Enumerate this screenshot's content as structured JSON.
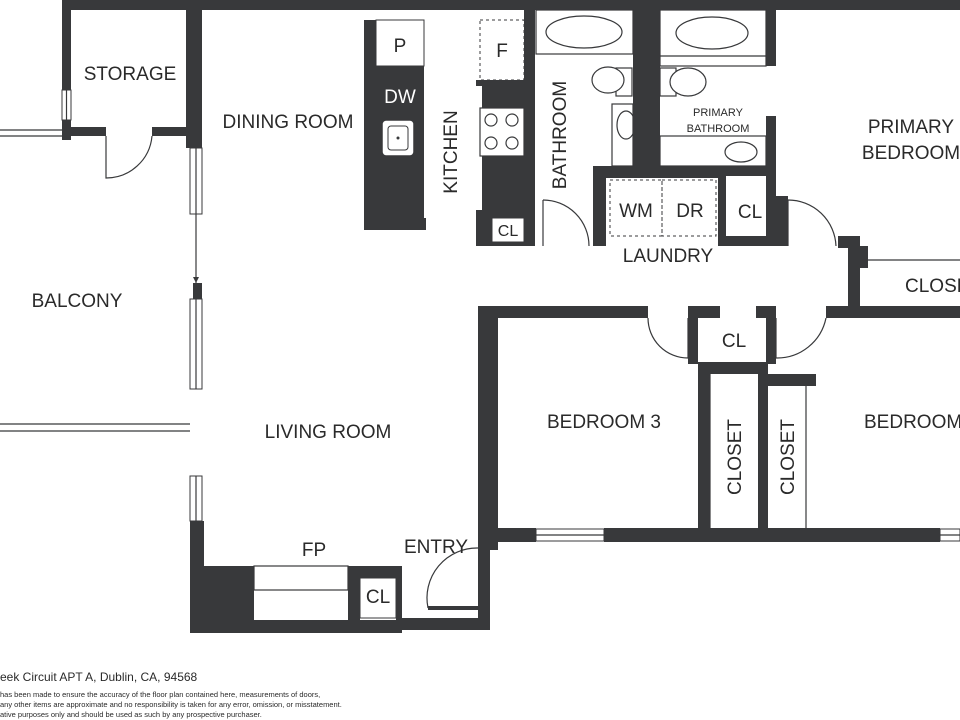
{
  "rooms": {
    "storage": "STORAGE",
    "dining_room": "DINING ROOM",
    "kitchen": "KITCHEN",
    "bathroom": "BATHROOM",
    "primary_bathroom_line1": "PRIMARY",
    "primary_bathroom_line2": "BATHROOM",
    "primary_bedroom_line1": "PRIMARY",
    "primary_bedroom_line2": "BEDROOM",
    "balcony": "BALCONY",
    "living_room": "LIVING ROOM",
    "bedroom_3": "BEDROOM 3",
    "bedroom_2": "BEDROOM",
    "laundry": "LAUNDRY",
    "entry": "ENTRY",
    "closet_primary": "CLOSET",
    "closet_bed3": "CLOSET",
    "closet_bed2": "CLOSET"
  },
  "fixtures": {
    "pantry": "P",
    "fridge": "F",
    "dishwasher": "DW",
    "washer": "WM",
    "dryer": "DR",
    "fireplace": "FP",
    "closet_kitchen": "CL",
    "closet_laundry": "CL",
    "closet_hall": "CL",
    "closet_entry": "CL"
  },
  "footer": {
    "address": "eek Circuit APT A, Dublin, CA, 94568",
    "disclaimer_1": "has been made to ensure the accuracy of the floor plan contained here, measurements of doors,",
    "disclaimer_2": "any other items are approximate and no responsibility is taken for any error, omission, or misstatement.",
    "disclaimer_3": "ative purposes only and should be used as such by any prospective purchaser."
  }
}
